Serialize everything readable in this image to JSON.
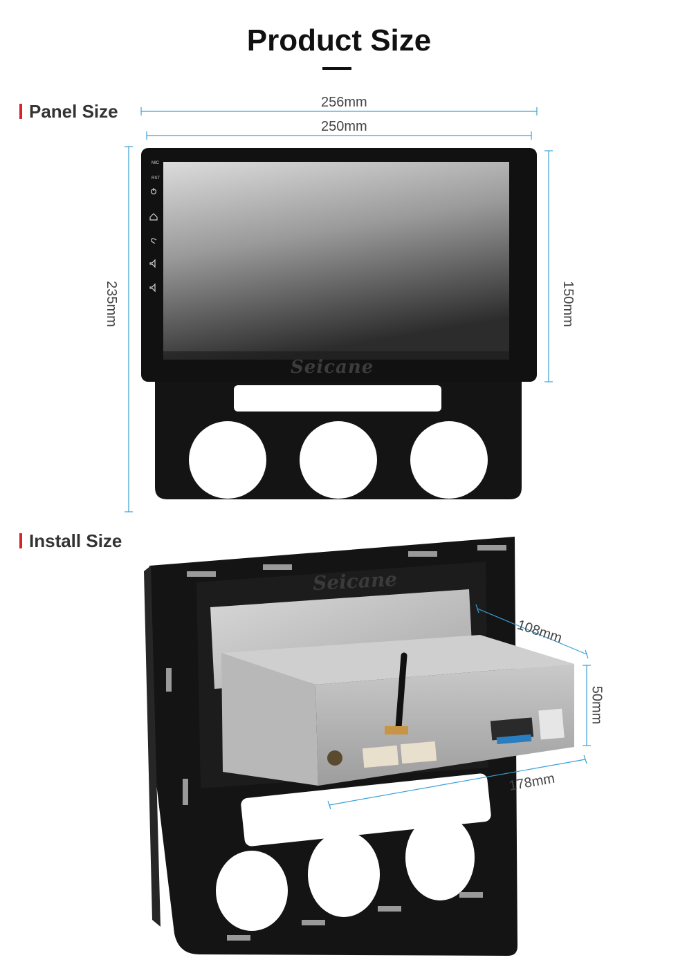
{
  "page": {
    "title": "Product Size"
  },
  "panel_section": {
    "heading": "Panel Size",
    "dim_total_width": "256mm",
    "dim_screen_width": "250mm",
    "dim_total_height": "235mm",
    "dim_screen_height": "150mm",
    "brand_mark": "Seicane",
    "side_labels": [
      "MIC",
      "RST"
    ],
    "side_icons": [
      "power-icon",
      "home-icon",
      "back-icon",
      "volume-up-icon",
      "volume-down-icon"
    ]
  },
  "install_section": {
    "heading": "Install Size",
    "dim_depth": "108mm",
    "dim_height": "50mm",
    "dim_length": "178mm",
    "brand_mark": "Seicane"
  },
  "colors": {
    "accent_bar": "#d9232a",
    "dimension_line": "#3aa0d8",
    "panel_black": "#111111"
  }
}
